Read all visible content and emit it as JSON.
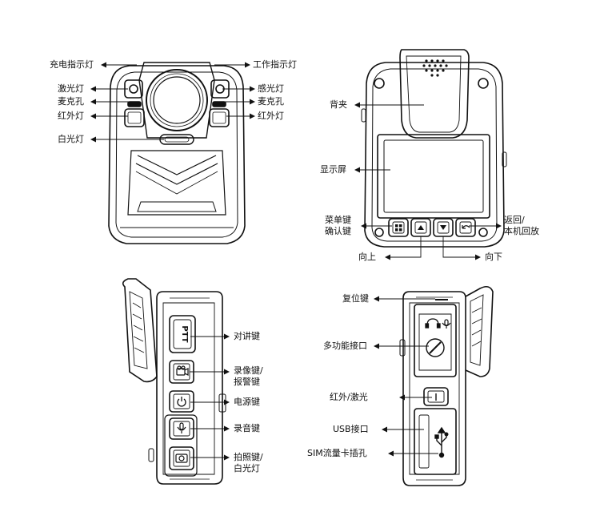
{
  "labels": {
    "charge_indicator": "充电指示灯",
    "work_indicator": "工作指示灯",
    "laser_left": "激光灯",
    "sensor_light": "感光灯",
    "mic_left": "麦克孔",
    "mic_right": "麦克孔",
    "ir_left": "红外灯",
    "ir_right": "红外灯",
    "white_light_front": "白光灯",
    "back_clip": "背夹",
    "display": "显示屏",
    "menu_line1": "菜单键",
    "menu_line2": "确认键",
    "return_line1": "返回/",
    "return_line2": "本机回放",
    "up": "向上",
    "down": "向下",
    "ptt_key": "对讲键",
    "record_line1": "录像键/",
    "record_line2": "报警键",
    "power_key": "电源键",
    "audio_key": "录音键",
    "photo_line1": "拍照键/",
    "photo_line2": "白光灯",
    "reset_key": "复位键",
    "multi_port": "多功能接口",
    "ir_laser": "红外/激光",
    "usb_port": "USB接口",
    "sim_slot": "SIM流量卡插孔"
  },
  "button_text": {
    "ptt": "PTT"
  },
  "icons": [
    "menu-grid-icon",
    "up-arrow-icon",
    "down-arrow-icon",
    "return-icon",
    "video-camera-icon",
    "power-icon",
    "microphone-icon",
    "camera-icon",
    "headphone-icon",
    "usb-icon"
  ]
}
